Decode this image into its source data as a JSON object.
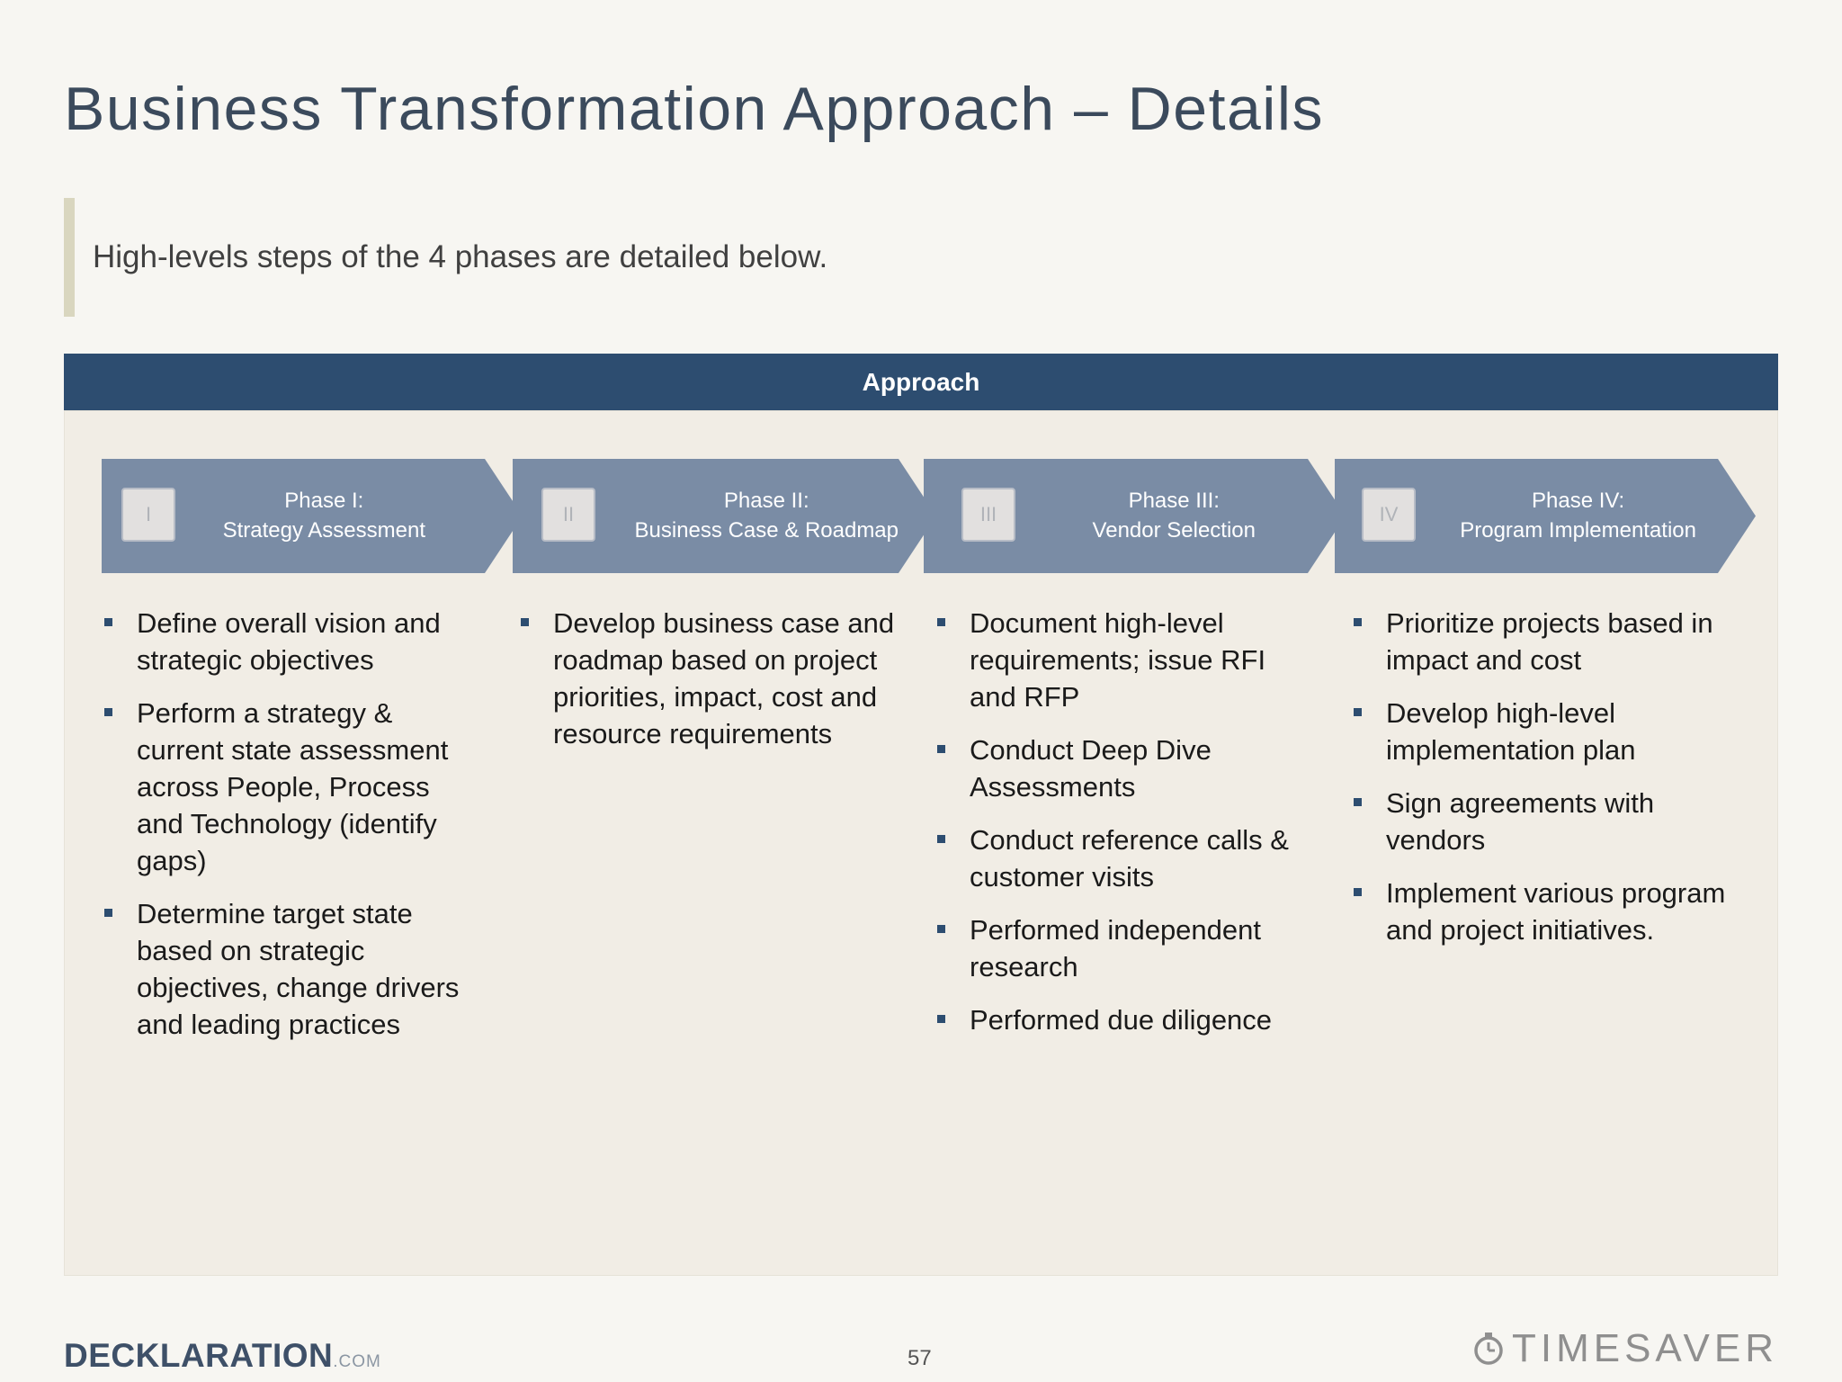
{
  "title": "Business Transformation Approach – Details",
  "subtitle": "High-levels steps of the 4 phases are detailed below.",
  "approach": {
    "header": "Approach",
    "phases": [
      {
        "numeral": "I",
        "label_line1": "Phase I:",
        "label_line2": "Strategy Assessment",
        "bullets": [
          "Define overall vision  and strategic objectives",
          "Perform a strategy & current state assessment across People, Process and Technology (identify gaps)",
          "Determine target state based on strategic objectives, change drivers and leading practices"
        ]
      },
      {
        "numeral": "II",
        "label_line1": "Phase II:",
        "label_line2": "Business Case & Roadmap",
        "bullets": [
          "Develop business case and roadmap based on project priorities, impact, cost and resource requirements"
        ]
      },
      {
        "numeral": "III",
        "label_line1": "Phase III:",
        "label_line2": "Vendor Selection",
        "bullets": [
          "Document high-level requirements; issue RFI and RFP",
          "Conduct Deep Dive Assessments",
          "Conduct reference calls & customer visits",
          "Performed independent research",
          "Performed due diligence"
        ]
      },
      {
        "numeral": "IV",
        "label_line1": "Phase IV:",
        "label_line2": "Program  Implementation",
        "bullets": [
          "Prioritize projects based in impact and cost",
          "Develop high-level implementation plan",
          "Sign agreements with vendors",
          "Implement various program and project initiatives."
        ]
      }
    ]
  },
  "footer": {
    "logo_main": "DECKLARATION",
    "logo_suffix": ".COM",
    "page_number": "57",
    "brand": "TIMESAVER",
    "brand_icon": "stopwatch-icon"
  },
  "colors": {
    "header_bar": "#2d4d70",
    "phase_arrow": "#7a8ca5",
    "panel": "#f1ede5",
    "title": "#3b4a5c"
  }
}
